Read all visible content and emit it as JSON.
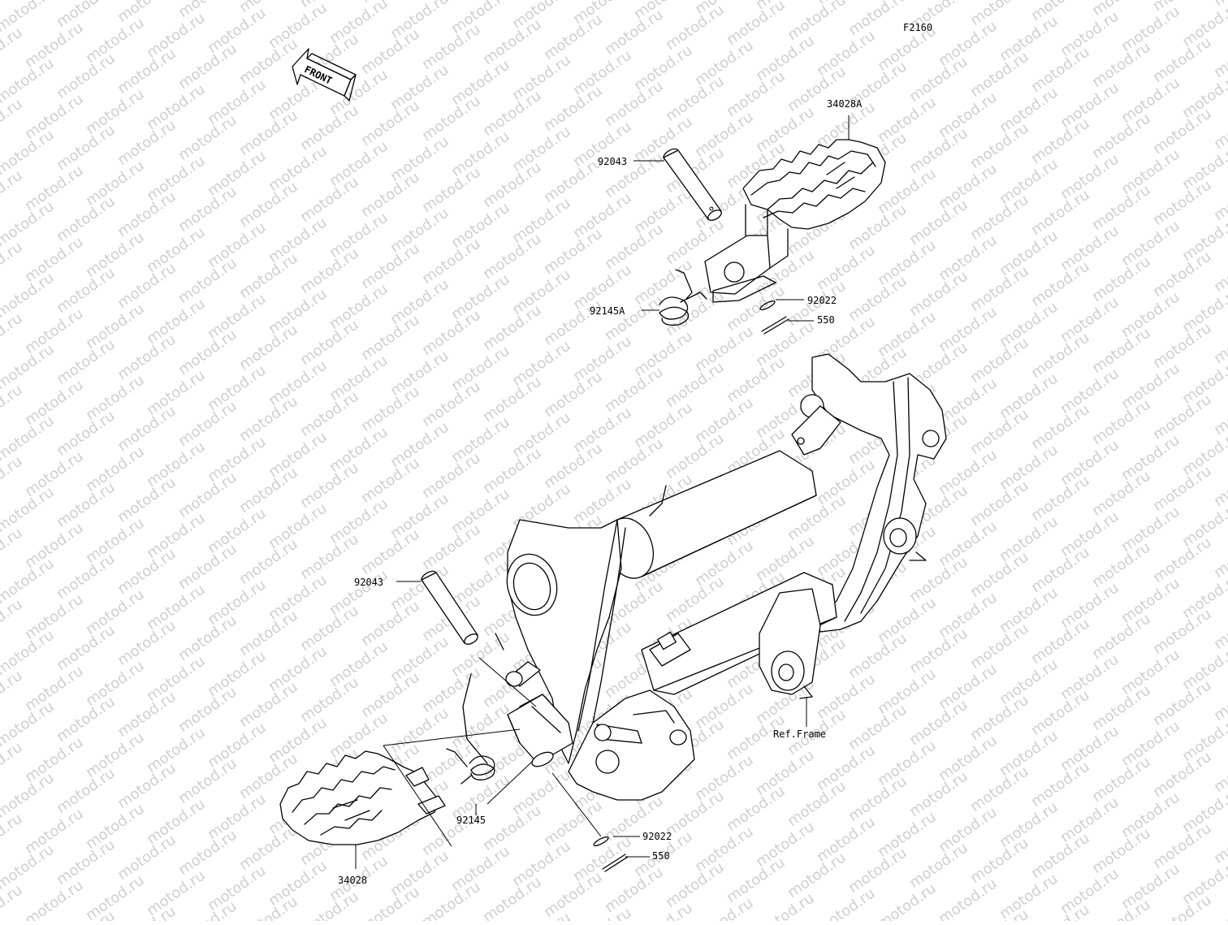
{
  "diagram_code": "F2160",
  "front_label": "FRONT",
  "watermark": "motod.ru",
  "parts": {
    "footrest_right": "34028A",
    "footrest_left": "34028",
    "pin_upper": "92043",
    "pin_lower": "92043",
    "spring_upper": "92145A",
    "spring_lower": "92145",
    "washer_upper": "92022",
    "washer_lower": "92022",
    "cotter_upper": "550",
    "cotter_lower": "550",
    "frame_ref": "Ref.Frame"
  }
}
